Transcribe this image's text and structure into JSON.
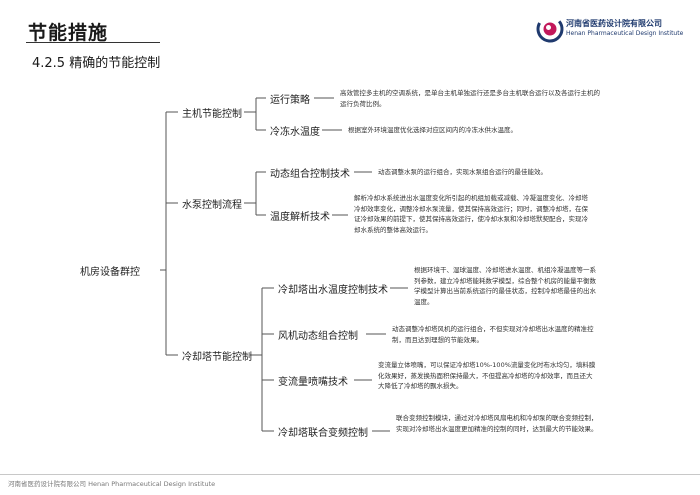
{
  "header": {
    "title": "节能措施",
    "subtitle": "4.2.5 精确的节能控制",
    "org_cn": "河南省医药设计院有限公司",
    "org_en": "Henan Pharmaceutical Design Institute"
  },
  "footer": {
    "text": "河南省医药设计院有限公司    Henan Pharmaceutical Design Institute"
  },
  "tree": {
    "root": "机房设备群控",
    "groups": [
      {
        "label": "主机节能控制",
        "items": [
          {
            "label": "运行策略",
            "desc": "高效管控多主机的空调系统，是单台主机单独运行还是多台主机联合运行以及各运行主机的运行负荷比例。"
          },
          {
            "label": "冷冻水温度",
            "desc": "根据室外环境温度优化选择对应区间内的冷冻水供水温度。"
          }
        ]
      },
      {
        "label": "水泵控制流程",
        "items": [
          {
            "label": "动态组合控制技术",
            "desc": "动态调整水泵的运行组合，实现水泵组合运行的最佳能效。"
          },
          {
            "label": "温度解析技术",
            "desc": "解析冷却水系统进出水温度变化所引起的机组加载或减载、冷凝温度变化、冷却塔冷却效率变化，调整冷却水泵流量，使其保持高效运行；同时，调整冷却塔，在保证冷却效果的前提下，使其保持高效运行，使冷却水泵和冷却塔默契配合，实现冷却水系统的整体高效运行。"
          }
        ]
      },
      {
        "label": "冷却塔节能控制",
        "items": [
          {
            "label": "冷却塔出水温度控制技术",
            "desc": "根据环境干、湿球温度、冷却塔进水温度、机组冷凝温度等一系列参数，建立冷却塔能耗数学模型，综合整个机房的能量平衡数学模型计算出当前系统运行的最佳状态，控制冷却塔最佳的出水温度。"
          },
          {
            "label": "风机动态组合控制",
            "desc": "动态调整冷却塔风机的运行组合，不但实现对冷却塔出水温度的精准控制，而且达到理想的节能效果。"
          },
          {
            "label": "变流量喷嘴技术",
            "desc": "变流量立体喷嘴，可以保证冷却塔10%-100%流量变化时布水均匀，填料膜化效果好，蒸发换热面积保持最大，不但提高冷却塔的冷却效率，而且还大大降低了冷却塔的飘水损失。"
          },
          {
            "label": "冷却塔联合变频控制",
            "desc": "联合变频控制模块，通过对冷却塔风扇电机和冷却泵的联合变频控制，实现对冷却塔出水温度更加精准的控制的同时，达到最大的节能效果。"
          }
        ]
      }
    ]
  }
}
